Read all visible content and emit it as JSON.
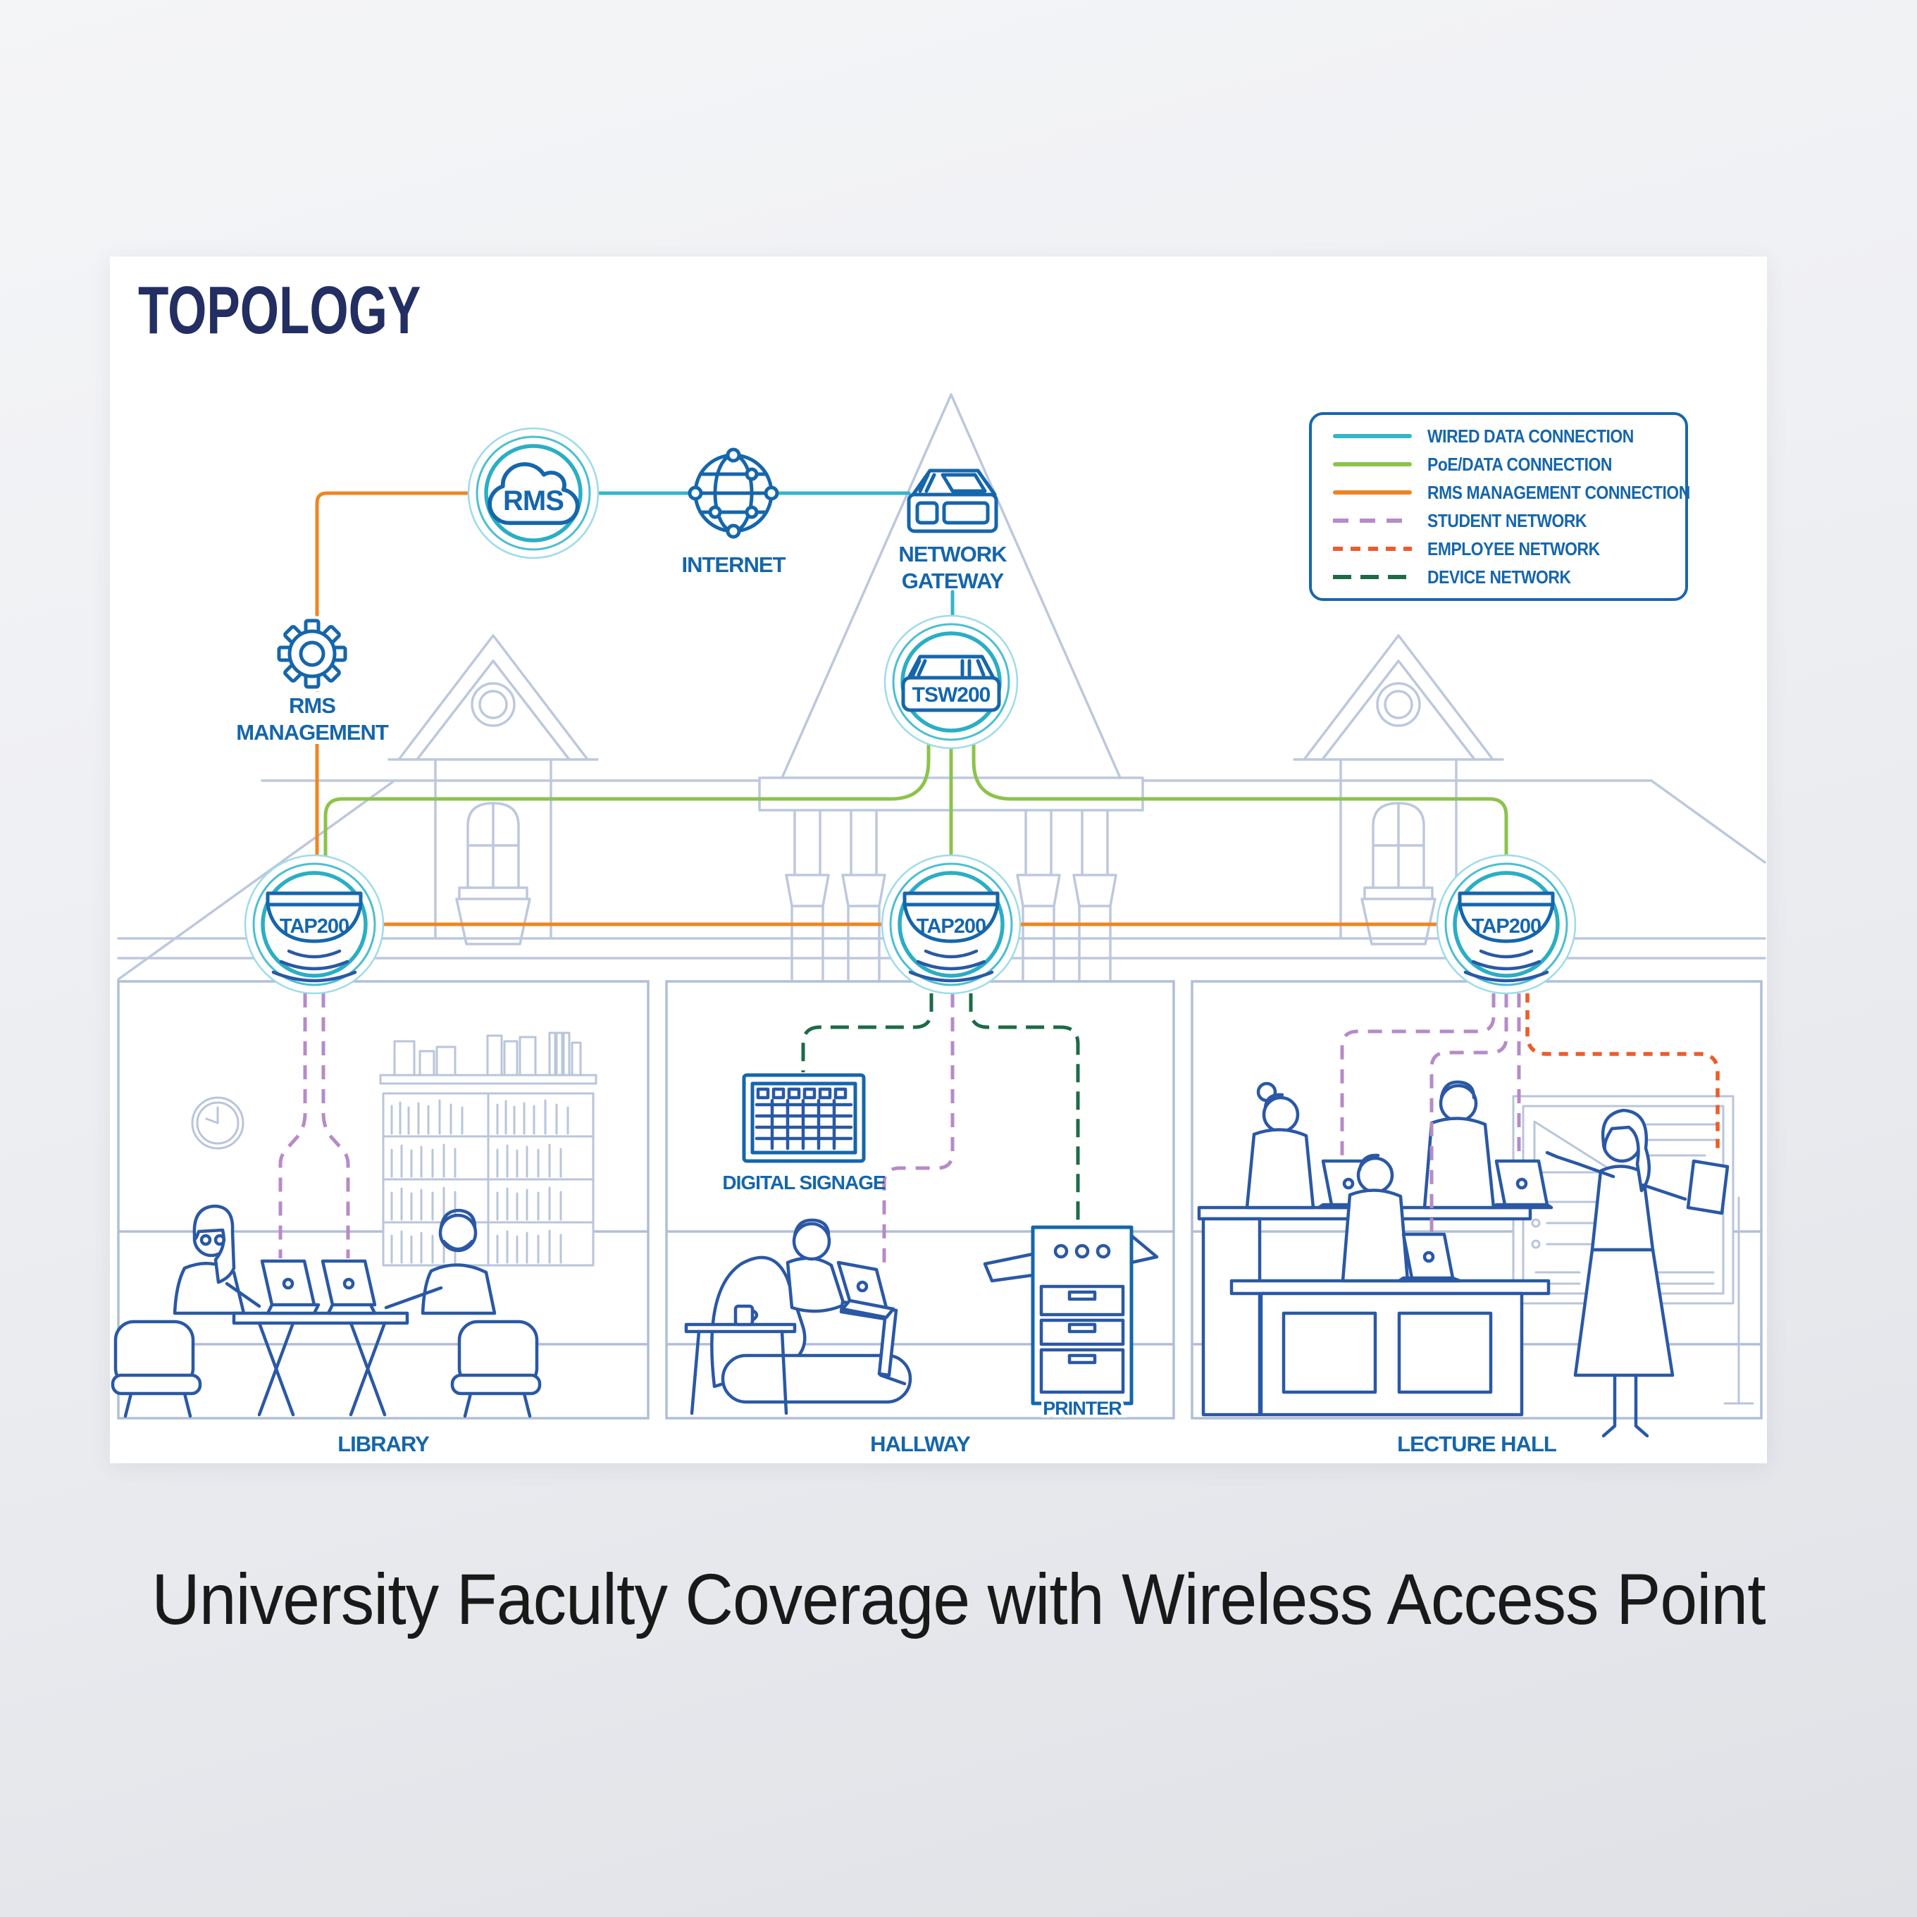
{
  "page_title": "TOPOLOGY",
  "caption": "University Faculty Coverage with Wireless Access Point",
  "legend": {
    "items": [
      {
        "label": "WIRED DATA CONNECTION",
        "line_style": "solid",
        "color": "#35b5c9"
      },
      {
        "label": "PoE/DATA CONNECTION",
        "line_style": "solid",
        "color": "#8cc34b"
      },
      {
        "label": "RMS MANAGEMENT CONNECTION",
        "line_style": "solid",
        "color": "#f08421"
      },
      {
        "label": "STUDENT NETWORK",
        "line_style": "dashed",
        "color": "#b68bc7"
      },
      {
        "label": "EMPLOYEE NETWORK",
        "line_style": "dashed",
        "color": "#ee5b2a"
      },
      {
        "label": "DEVICE NETWORK",
        "line_style": "dashed",
        "color": "#1d6b46"
      }
    ]
  },
  "nodes": {
    "rms_cloud": {
      "label": "RMS"
    },
    "internet": {
      "label": "INTERNET"
    },
    "network_gateway": {
      "label_line1": "NETWORK",
      "label_line2": "GATEWAY"
    },
    "switch": {
      "model": "TSW200"
    },
    "rms_management": {
      "label_line1": "RMS",
      "label_line2": "MANAGEMENT"
    },
    "ap_library": {
      "model": "TAP200"
    },
    "ap_hallway": {
      "model": "TAP200"
    },
    "ap_lecture_hall": {
      "model": "TAP200"
    }
  },
  "rooms": {
    "library": {
      "label": "LIBRARY"
    },
    "hallway": {
      "label": "HALLWAY",
      "digital_signage_label": "DIGITAL SIGNAGE",
      "printer_label": "PRINTER"
    },
    "lecture_hall": {
      "label": "LECTURE HALL"
    }
  },
  "colors": {
    "wired": "#35b5c9",
    "poe": "#8cc34b",
    "rms_management": "#f08421",
    "student": "#b68bc7",
    "employee": "#ee5b2a",
    "device": "#1d6b46",
    "label_blue": "#1566ab",
    "title_navy": "#232e62"
  }
}
